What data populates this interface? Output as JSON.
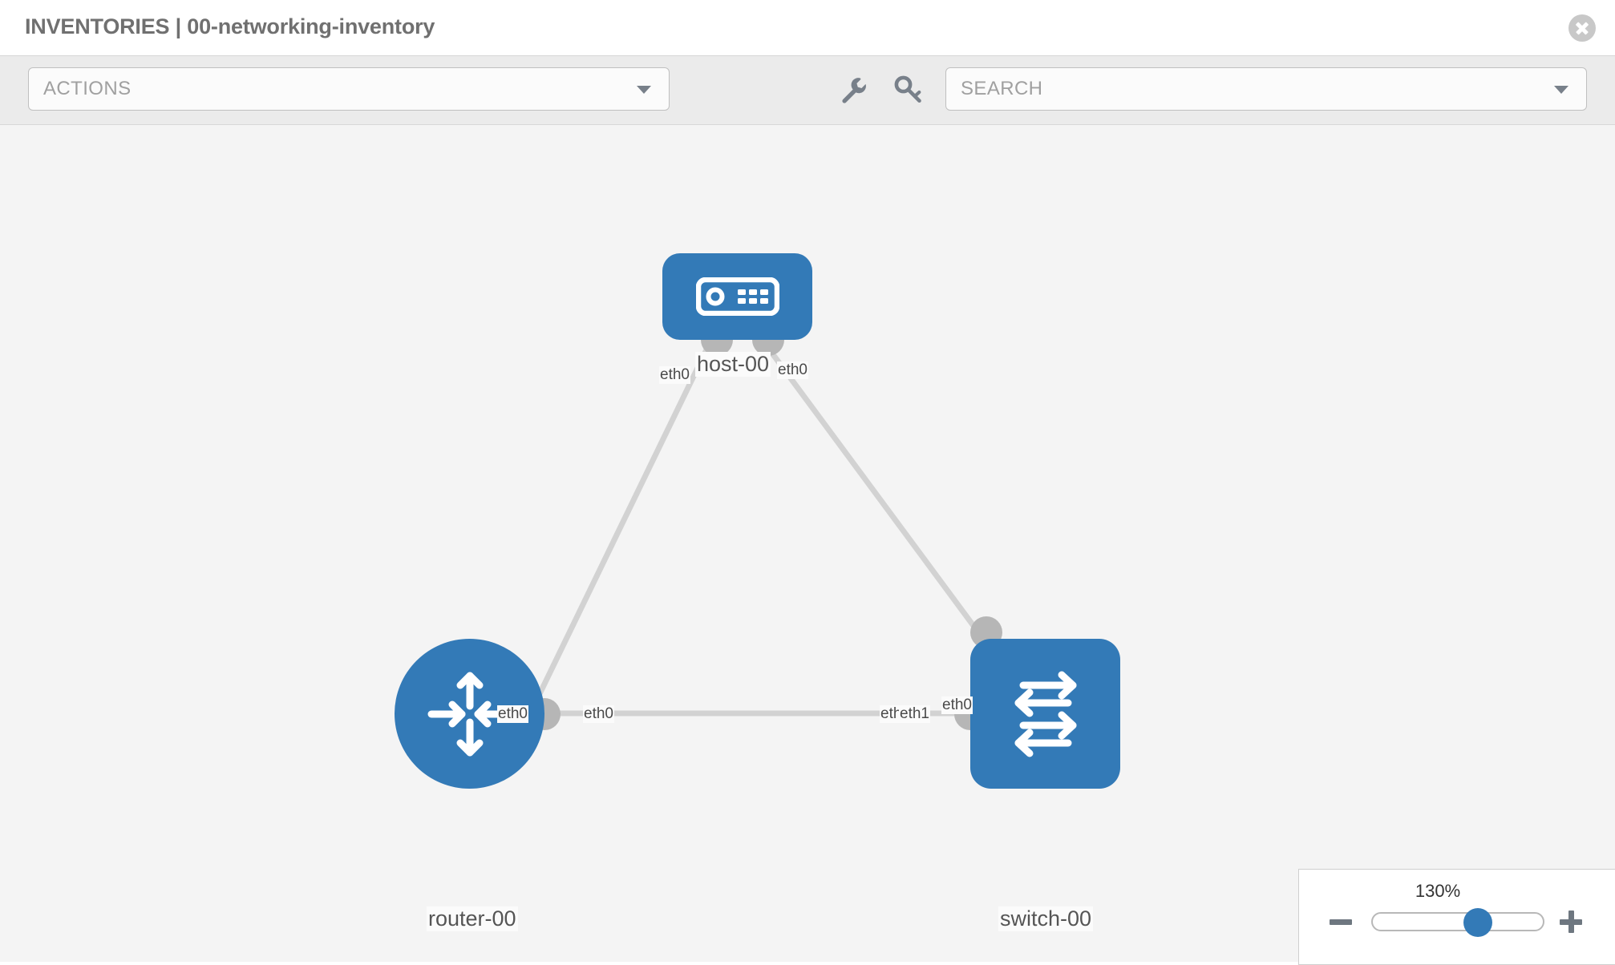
{
  "header": {
    "title": "INVENTORIES | 00-networking-inventory",
    "close_icon": "close-circle-icon"
  },
  "toolbar": {
    "actions": {
      "label": "ACTIONS",
      "caret_icon": "chevron-down-icon"
    },
    "search": {
      "placeholder": "SEARCH",
      "label": "SEARCH",
      "caret_icon": "chevron-down-icon"
    },
    "icons": [
      {
        "name": "wrench-icon",
        "title": "wrench"
      },
      {
        "name": "key-icon",
        "title": "key"
      }
    ]
  },
  "topology": {
    "nodes": [
      {
        "id": "host-00",
        "label": "host-00",
        "type": "host",
        "icon": "server-icon"
      },
      {
        "id": "router-00",
        "label": "router-00",
        "type": "router",
        "icon": "router-arrows-icon"
      },
      {
        "id": "switch-00",
        "label": "switch-00",
        "type": "switch",
        "icon": "switch-arrows-icon"
      }
    ],
    "links": [
      {
        "from": "host-00",
        "to": "router-00",
        "from_port": "eth0",
        "to_port": "eth0"
      },
      {
        "from": "host-00",
        "to": "switch-00",
        "from_port": "eth0",
        "to_port": "eth0"
      },
      {
        "from": "router-00",
        "to": "switch-00",
        "from_port": "eth0",
        "to_port": "eth1"
      }
    ],
    "port_labels": {
      "host_left": "eth0",
      "host_right": "eth0",
      "router_up": "eth0",
      "switch_up": "eth0",
      "router_right": "eth0",
      "switch_left_a": "eth",
      "switch_left_b": "eth1"
    }
  },
  "zoom_control": {
    "value": "130%",
    "minus_label": "minus-icon",
    "plus_label": "plus-icon",
    "slider_percent": 62
  },
  "colors": {
    "node_blue": "#337ab7",
    "canvas_bg": "#f4f4f4",
    "toolbar_bg": "#ebebeb",
    "link_gray": "#d2d2d2",
    "port_gray": "#b6b6b6"
  }
}
